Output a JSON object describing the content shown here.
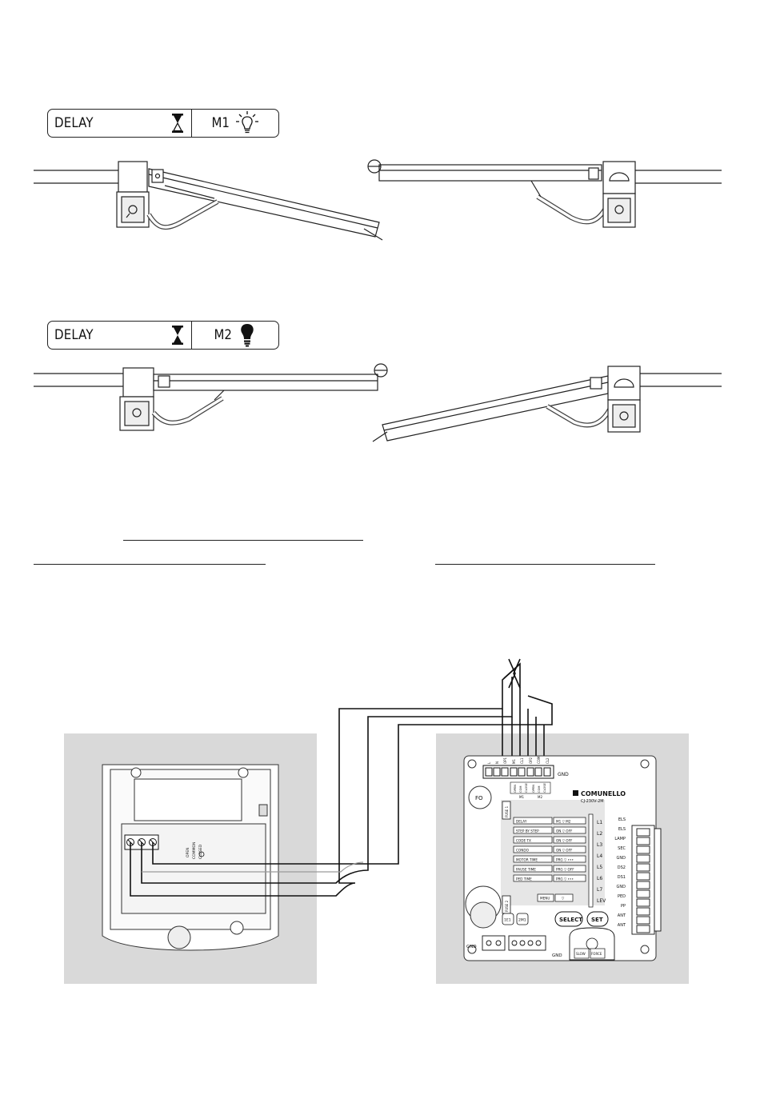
{
  "panel_m1": {
    "delay_label": "DELAY",
    "mode_label": "M1"
  },
  "panel_m2": {
    "delay_label": "DELAY",
    "mode_label": "M2"
  },
  "lock": {
    "terminals": {
      "open": "OPEN",
      "common": "COMMON",
      "closed": "CLOSED"
    }
  },
  "board": {
    "brand": "COMUNELLO",
    "model": "CJ-230V-2M",
    "gnd_top": "GND",
    "gnd_bottom_left": "GND",
    "gnd_bottom_mid": "GND",
    "fo_label": "FO",
    "fuse1": "FUSE 1",
    "fuse2": "FUSE 2",
    "top_terminals": [
      "L",
      "N",
      "OP1",
      "M1",
      "CL1",
      "OP2",
      "COM",
      "CL2"
    ],
    "m1_group": "M1",
    "m2_group": "M2",
    "top_small": [
      "OPEN",
      "COM",
      "CLOSE",
      "OPEN",
      "COM",
      "CLOSE"
    ],
    "menu_rows": [
      {
        "name": "DELAY",
        "state": "M1 ▽ M2"
      },
      {
        "name": "STEP BY STEP",
        "state": "ON ▽ OFF"
      },
      {
        "name": "CODE TX",
        "state": "ON ▽ OFF"
      },
      {
        "name": "CONDO",
        "state": "ON ▽ OFF"
      },
      {
        "name": "MOTOR TIME",
        "state": "PRG ▽ •••"
      },
      {
        "name": "PAUSE TIME",
        "state": "PRG ▽ OFF"
      },
      {
        "name": "PED TIME",
        "state": "PRG ▽ •••"
      },
      {
        "name": "MENU",
        "state": "▽"
      }
    ],
    "leds": [
      "L1",
      "L2",
      "L3",
      "L4",
      "L5",
      "L6",
      "L7",
      "LEV"
    ],
    "right_terminals": [
      "ELS",
      "ELS",
      "LAMP",
      "SEC",
      "GND",
      "DS2",
      "DS1",
      "GND",
      "PED",
      "PP",
      "ANT",
      "ANT"
    ],
    "buttons": {
      "select": "SELECT",
      "set": "SET"
    },
    "small_buttons": [
      "1E1",
      "2M1"
    ],
    "slow_label": "SLOW",
    "force_label": "FORCE"
  },
  "colors": {
    "panel_bg": "#d9d9d9",
    "line": "#222222"
  }
}
